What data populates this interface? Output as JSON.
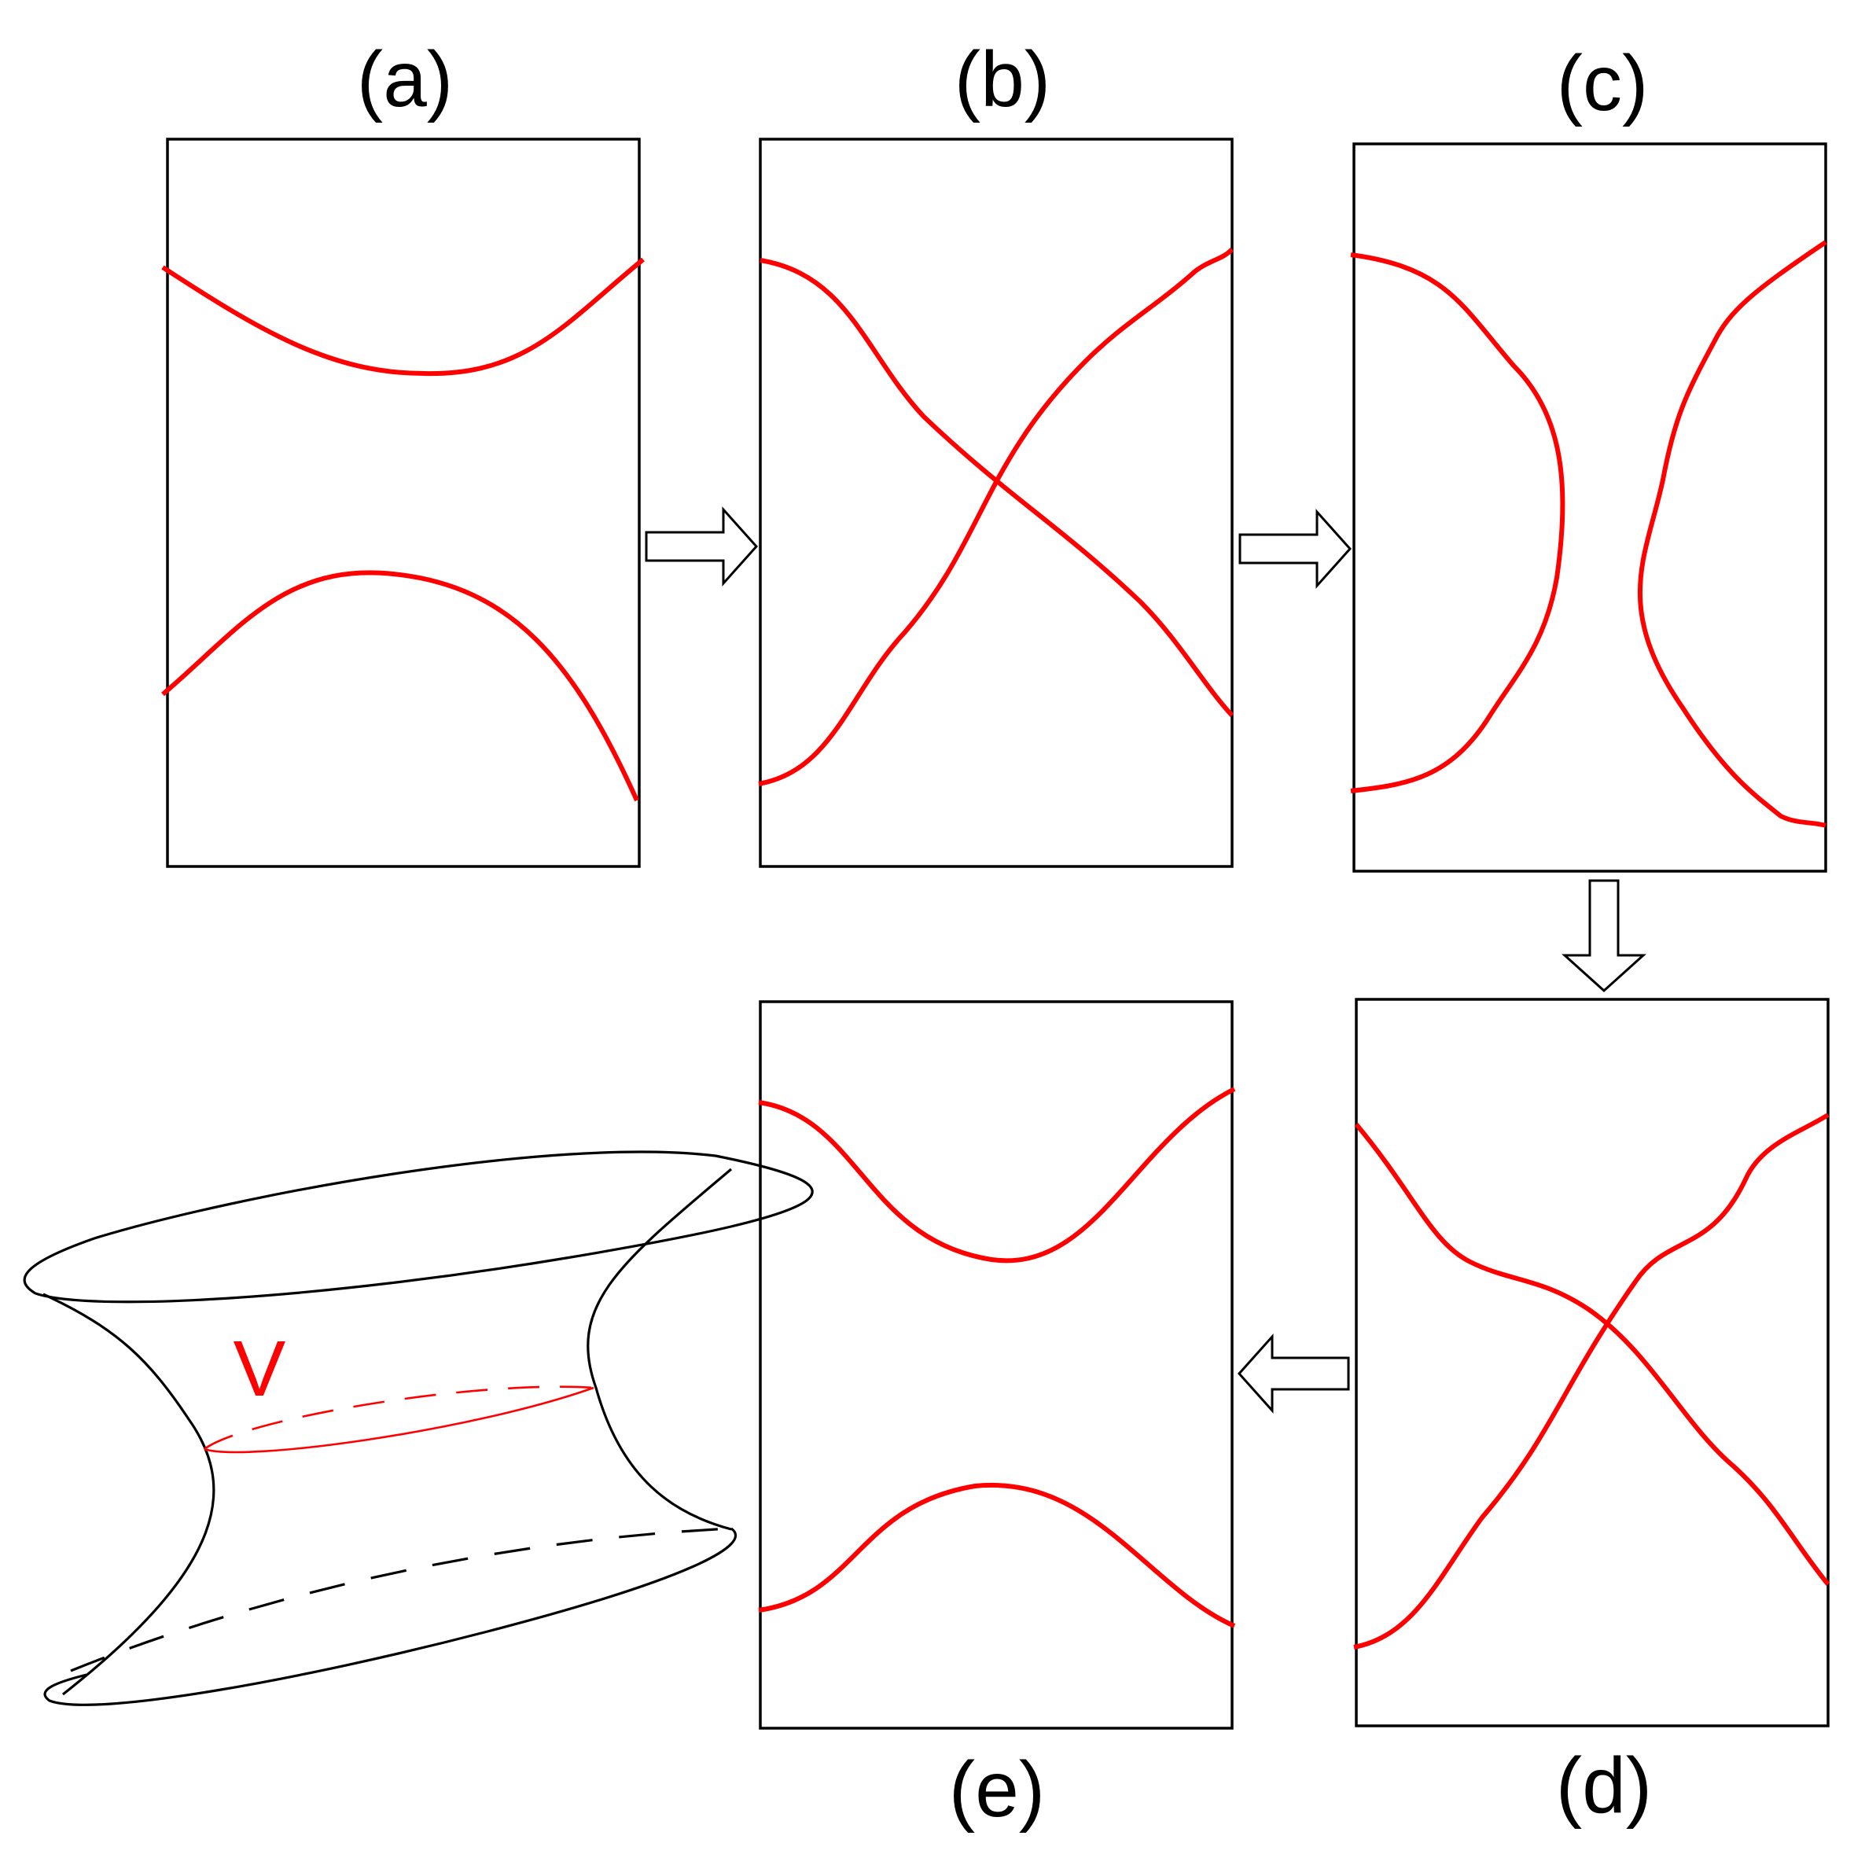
{
  "panels": {
    "a": {
      "label": "(a)"
    },
    "b": {
      "label": "(b)"
    },
    "c": {
      "label": "(c)"
    },
    "d": {
      "label": "(d)"
    },
    "e": {
      "label": "(e)"
    }
  },
  "surface": {
    "loop_label": "V"
  },
  "colors": {
    "curve": "#ff0000",
    "frame": "#000000",
    "loop": "#ff0000"
  }
}
